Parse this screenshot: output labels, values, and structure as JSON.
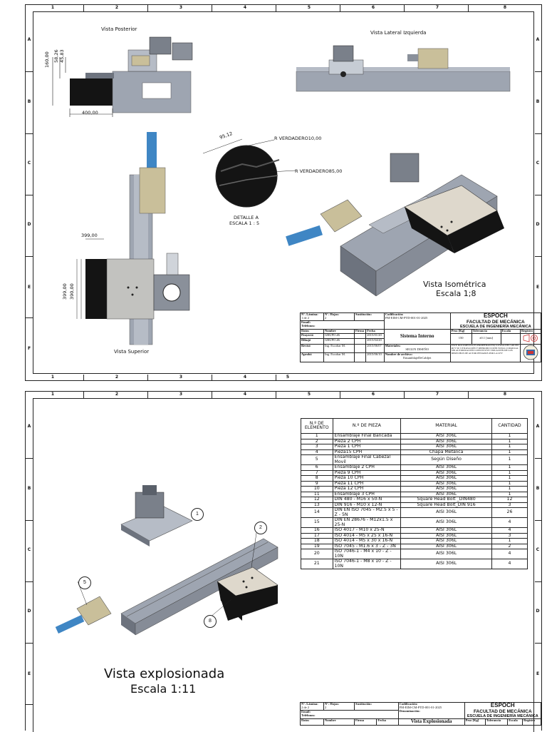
{
  "sheet1": {
    "col_numbers": [
      "1",
      "2",
      "3",
      "4",
      "5",
      "6",
      "7",
      "8"
    ],
    "row_letters": [
      "A",
      "B",
      "C",
      "D",
      "E",
      "F"
    ],
    "views": {
      "rear": "Vista Posterior",
      "left": "Vista Lateral Izquierda",
      "top": "Vista Superior",
      "iso_title": "Vista Isométrica",
      "iso_scale": "Escala 1;8",
      "detail_title": "DETALLE A",
      "detail_scale": "ESCALA 1 : 5"
    },
    "dimensions": {
      "d160": "160,00",
      "d5826": "58,26",
      "d4583": "45,83",
      "d400": "400,00",
      "d9512": "95,12",
      "r10": "R VERDADERO10,00",
      "r85": "R VERDADERO85,00",
      "d399h": "399,00",
      "d399v": "399,00",
      "d390": "390,00"
    },
    "title_block": {
      "n_lamina_label": "N°. Lámina:",
      "n_lamina_value": "1  de  2",
      "n_hojas_label": "N°. Hojas:",
      "n_hojas_value": "2",
      "sustitucion_label": "Sustitución:",
      "email_label": "Email:",
      "telefonos_label": "Teléfonos:",
      "datos": "Datos",
      "nombre": "Nombre",
      "firma": "Firma",
      "fecha": "Fecha",
      "proyecto": "Proyectó",
      "proyecto_name": "GRUPO #6",
      "proyecto_date": "2015/01/20",
      "dibujo": "Dibujó",
      "dibujo_name": "GRUPO #6",
      "dibujo_date": "2015/04/20",
      "reviso": "Revisó",
      "reviso_name": "Ing. Escobar M.",
      "reviso_date": "2015/06/07",
      "aprobo": "Aprobó",
      "aprobo_name": "Ing. Escobar M.",
      "aprobo_date": "2015/06/10",
      "codificacion_label": "Codificación:",
      "codificacion_value": "FM-EIM-CM-PTD-001-01-2025",
      "denominacion_label": "Denominación:",
      "denominacion_value": "Sistema Interno",
      "materiales_label": "Materiales:",
      "materiales_value": "SEGUN DISEÑO",
      "archivo_label": "Nombre de archivo:",
      "archivo_value": "EnsamblajeDeCabljet",
      "inst_1": "ESPOCH",
      "inst_2": "FACULTAD DE MECÁNICA",
      "inst_3": "ESCUELA DE INGENIERÍA MECÁNICA",
      "peso": "Peso [Kg]",
      "tolerancia": "Tolerancia",
      "escala": "Escala",
      "registro": "Registro",
      "peso_value": "150",
      "tolerancia_value": "±0.1 [mm]",
      "nota": "ESTE DOCUMENTO ES PROPIEDAD EXCLUSIVA DEL GRUPO #6 Y SU UTILIZACIÓN Y REPRODUCCIÓN TOTAL O PARCIAL SIN AUTORIZACIÓN CONSTITUYE VIOLACIÓN DE LOS DERECHOS DE AUTOR PENADOS POR LA LEY"
    },
    "sheet_number": "5"
  },
  "sheet2": {
    "exploded_title": "Vista explosionada",
    "exploded_scale": "Escala 1:11",
    "balloons": [
      "1",
      "2",
      "5",
      "8"
    ],
    "bom_headers": {
      "element": "N.º DE ELEMENTO",
      "piece": "N.º DE PIEZA",
      "material": "MATERIAL",
      "qty": "CANTIDAD"
    },
    "bom_rows": [
      {
        "n": "1",
        "piece": "Ensamblaje Final Bancada",
        "material": "AISI 306L",
        "qty": "1"
      },
      {
        "n": "2",
        "piece": "Pieza 2 CPH",
        "material": "AISI 306L",
        "qty": "1"
      },
      {
        "n": "3",
        "piece": "Pieza 1 CPH",
        "material": "AISI 306L",
        "qty": "1"
      },
      {
        "n": "4",
        "piece": "Pieza15 CPH",
        "material": "Chapa Metálica",
        "qty": "1"
      },
      {
        "n": "5",
        "piece": "Ensamblaje Final Cabezal Movil",
        "material": "Según Diseño",
        "qty": "1"
      },
      {
        "n": "6",
        "piece": "Ensamblaje 2 CPH",
        "material": "AISI 306L",
        "qty": "1"
      },
      {
        "n": "7",
        "piece": "Pieza 9 CPH",
        "material": "AISI 306L",
        "qty": "1"
      },
      {
        "n": "8",
        "piece": "Pieza 10 CPH",
        "material": "AISI 306L",
        "qty": "1"
      },
      {
        "n": "9",
        "piece": "Pieza 11 CPH",
        "material": "AISI 306L",
        "qty": "1"
      },
      {
        "n": "10",
        "piece": "Pieza 12 CPH",
        "material": "AISI 306L",
        "qty": "1"
      },
      {
        "n": "11",
        "piece": "Ensamblaje 3 CPH",
        "material": "AISI 306L",
        "qty": "1"
      },
      {
        "n": "12",
        "piece": "DIN 480 - M16 x 50-N",
        "material": "Square Head Bolt _DIN480",
        "qty": "12"
      },
      {
        "n": "13",
        "piece": "DIN 916 - M10 x 12-N",
        "material": "Square Head Bolt_DIN 916",
        "qty": "3"
      },
      {
        "n": "14",
        "piece": "DIN EN ISO 7045 - M2.5 x 5 - Z - 5N",
        "material": "AISI 306L",
        "qty": "26"
      },
      {
        "n": "15",
        "piece": "DIN EN 28676 - M12x1.5 x 25-N",
        "material": "AISI 306L",
        "qty": "4"
      },
      {
        "n": "16",
        "piece": "ISO 4017 - M10 x 25-N",
        "material": "AISI 306L",
        "qty": "4"
      },
      {
        "n": "17",
        "piece": "ISO 4014 - M5 x 25 x 16-N",
        "material": "AISI 306L",
        "qty": "3"
      },
      {
        "n": "18",
        "piece": "ISO 4014 - M5 x 30 x 16-N",
        "material": "AISI 306L",
        "qty": "1"
      },
      {
        "n": "19",
        "piece": "ISO 7045 - M1.6 x 3 - Z - 3N",
        "material": "AISI 306L",
        "qty": "2"
      },
      {
        "n": "20",
        "piece": "ISO 7046-1 - M4 x 10 - Z - 10N",
        "material": "AISI 306L",
        "qty": "4"
      },
      {
        "n": "21",
        "piece": "ISO 7046-1 - M8 x 10 - Z - 10N",
        "material": "AISI 306L",
        "qty": "4"
      }
    ],
    "title_block": {
      "n_lamina_label": "N°. Lámina:",
      "n_lamina_value": "2  de  2",
      "n_hojas_label": "N°. Hojas:",
      "n_hojas_value": "2",
      "sustitucion_label": "Sustitución:",
      "email_label": "Email:",
      "telefonos_label": "Teléfonos:",
      "datos": "Datos",
      "nombre": "Nombre",
      "firma": "Firma",
      "fecha": "Fecha",
      "codificacion_label": "Codificación:",
      "codificacion_value": "FM-EIM-CM-PTD-001-01-2025",
      "denominacion_label": "Denominación:",
      "denominacion_value": "Vista Explosionada",
      "inst_1": "ESPOCH",
      "inst_2": "FACULTAD DE MECÁNICA",
      "inst_3": "ESCUELA DE INGENIERÍA MECÁNICA",
      "peso": "Peso [Kg]",
      "tolerancia": "Tolerancia",
      "escala": "Escala",
      "registro": "Registro"
    }
  },
  "colors": {
    "steel": "#9ea5b1",
    "steel_dark": "#6d737e",
    "black_block": "#141414",
    "tan": "#c9bf9a",
    "blue_cylinder": "#3f86c4"
  }
}
